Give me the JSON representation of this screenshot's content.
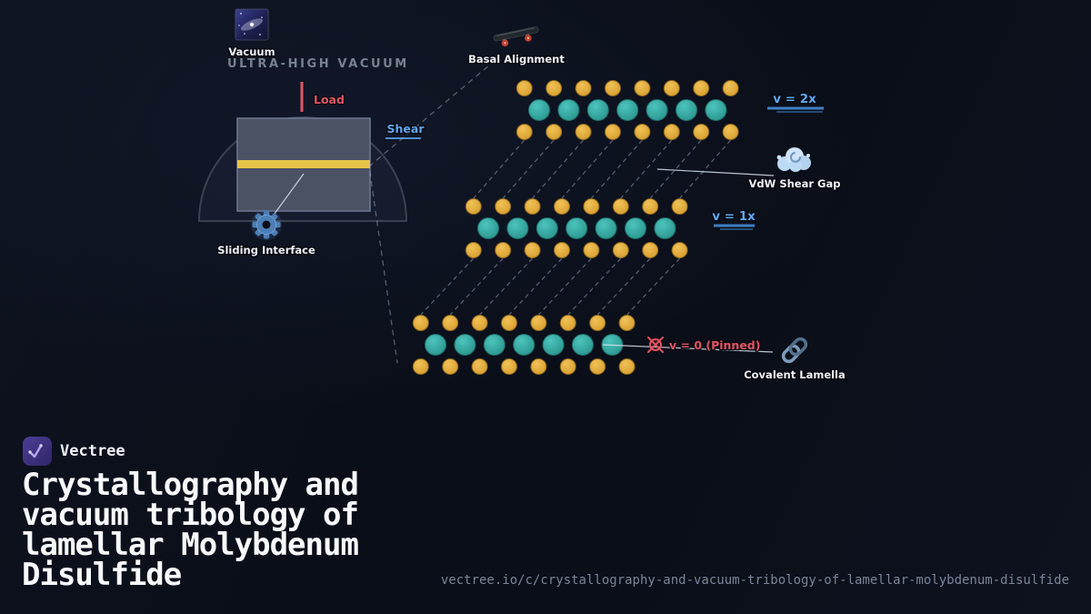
{
  "colors": {
    "background": "#0a0e18",
    "molybdenum_teal": "#35aca4",
    "sulfur_yellow": "#e3ad3e",
    "accent_blue": "#5fa8e8",
    "accent_red": "#e25563",
    "brand_purple": "#4d3e96",
    "slider_block_gray": "#4a5264",
    "interface_gold": "#e7c54b"
  },
  "diagram": {
    "vacuum_label": "Vacuum",
    "uhv_label": "ULTRA-HIGH VACUUM",
    "load_label": "Load",
    "shear_label": "Shear",
    "sliding_label": "Sliding Interface",
    "basal_label": "Basal Alignment",
    "vdw_label": "VdW Shear Gap",
    "covalent_label": "Covalent Lamella",
    "layers": [
      {
        "velocity_label": "v = 2x",
        "molybdenum_atoms": 7,
        "sulfur_atoms": 16
      },
      {
        "velocity_label": "v = 1x",
        "molybdenum_atoms": 7,
        "sulfur_atoms": 16
      },
      {
        "velocity_label": "v = 0 (Pinned)",
        "molybdenum_atoms": 7,
        "sulfur_atoms": 16
      }
    ]
  },
  "footer": {
    "brand": "Vectree",
    "title": "Crystallography and vacuum tribology of lamellar Molybdenum Disulfide",
    "url": "vectree.io/c/crystallography-and-vacuum-tribology-of-lamellar-molybdenum-disulfide"
  }
}
